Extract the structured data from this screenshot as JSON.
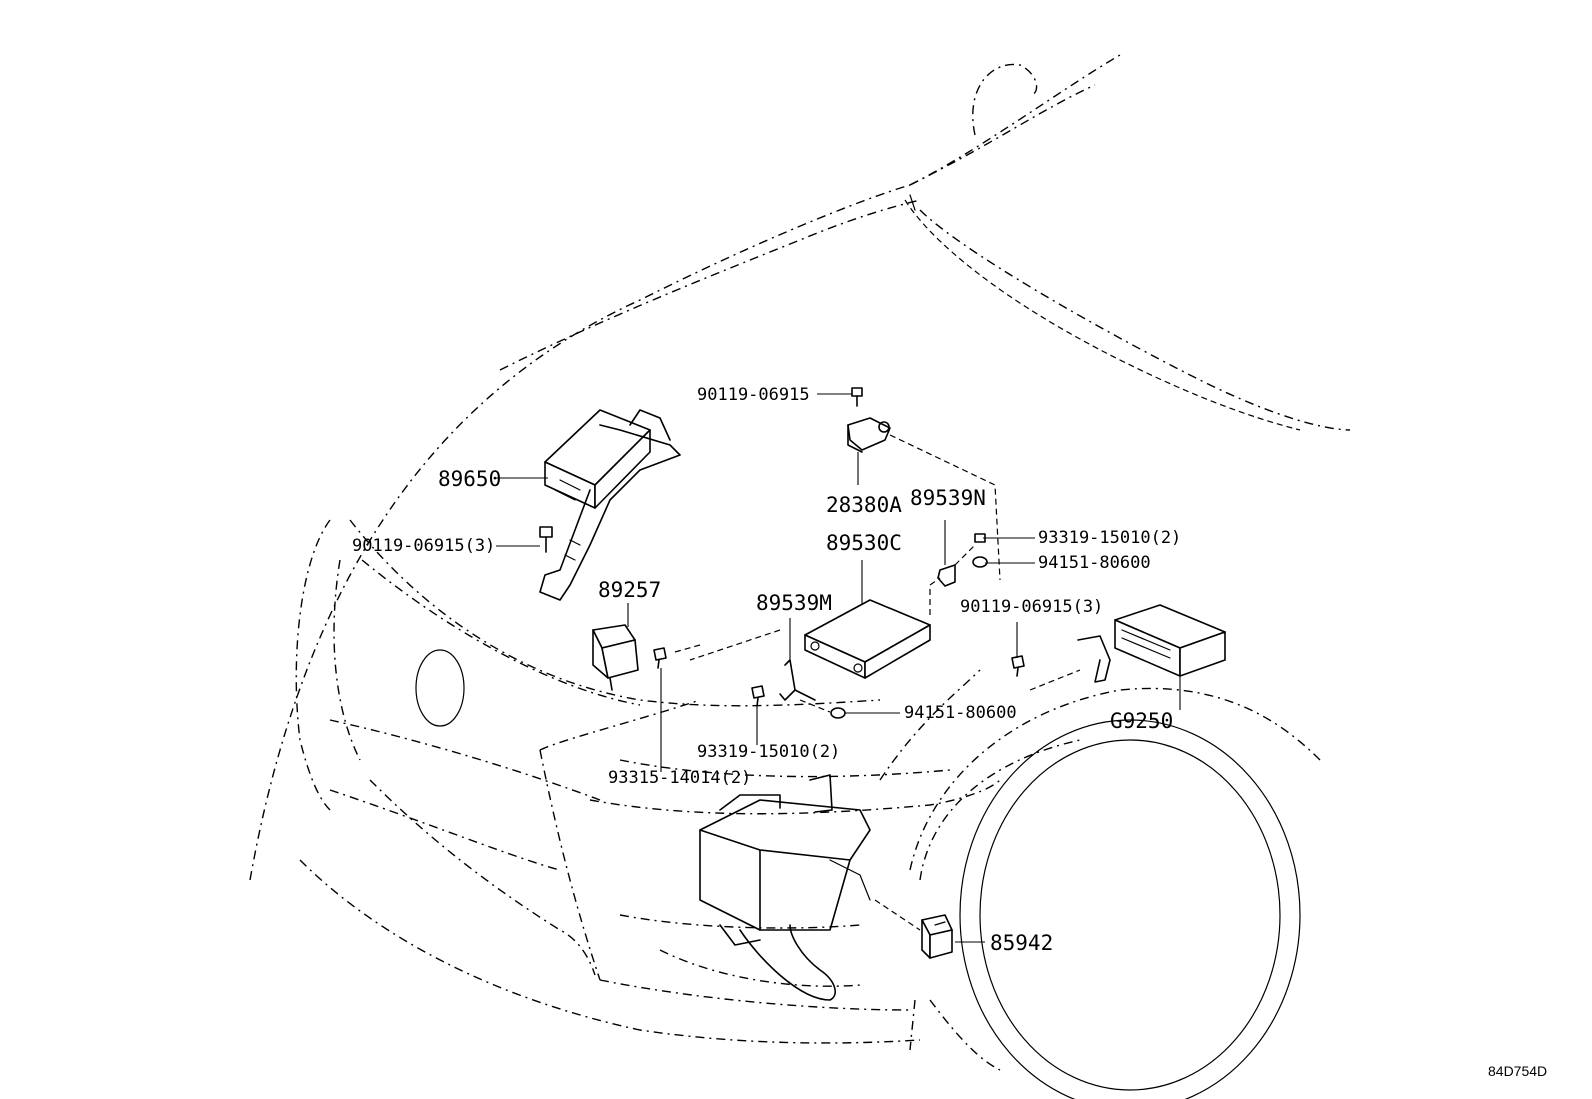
{
  "diagram_code": "84D754D",
  "callouts": {
    "c_90119_top": "90119-06915",
    "c_28380A": "28380A",
    "c_89650": "89650",
    "c_90119_left": "90119-06915(3)",
    "c_89539N": "89539N",
    "c_89530C": "89530C",
    "c_93319_top": "93319-15010(2)",
    "c_94151_top": "94151-80600",
    "c_89257": "89257",
    "c_89539M": "89539M",
    "c_90119_right": "90119-06915(3)",
    "c_94151_mid": "94151-80600",
    "c_G9250": "G9250",
    "c_93319_bot": "93319-15010(2)",
    "c_93315": "93315-14014(2)",
    "c_85942": "85942"
  }
}
